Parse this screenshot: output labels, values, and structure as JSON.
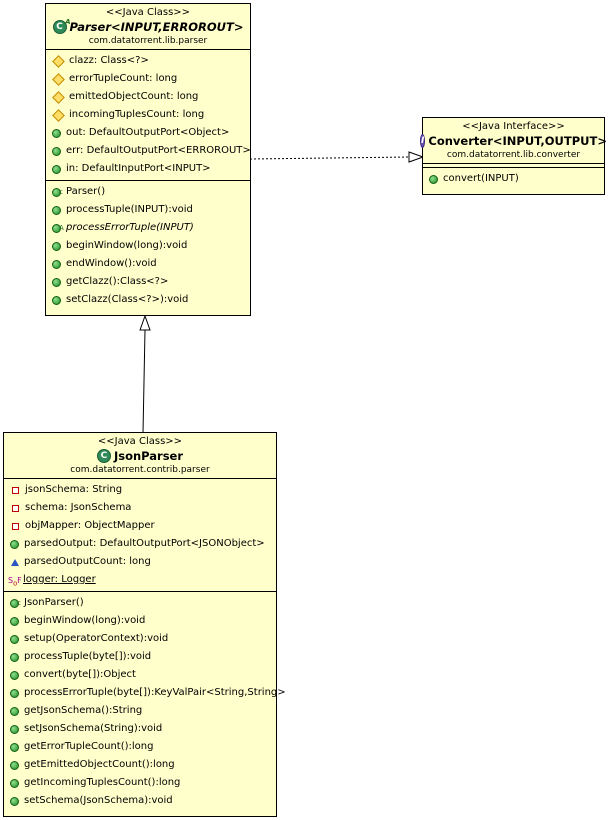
{
  "parser": {
    "stereotype": "<<Java Class>>",
    "name": "Parser<INPUT,ERROROUT>",
    "package": "com.datatorrent.lib.parser",
    "fields": [
      {
        "text": "clazz: Class<?>",
        "icon": "protected-field-icon"
      },
      {
        "text": "errorTupleCount: long",
        "icon": "protected-field-icon"
      },
      {
        "text": "emittedObjectCount: long",
        "icon": "protected-field-icon"
      },
      {
        "text": "incomingTuplesCount: long",
        "icon": "protected-field-icon"
      },
      {
        "text": "out: DefaultOutputPort<Object>",
        "icon": "public-field-icon"
      },
      {
        "text": "err: DefaultOutputPort<ERROROUT>",
        "icon": "public-field-icon"
      },
      {
        "text": "in: DefaultInputPort<INPUT>",
        "icon": "public-field-icon"
      }
    ],
    "methods": [
      {
        "text": "Parser()",
        "icon": "constructor-icon"
      },
      {
        "text": "processTuple(INPUT):void",
        "icon": "public-method-icon"
      },
      {
        "text": "processErrorTuple(INPUT)",
        "icon": "abstract-method-icon"
      },
      {
        "text": "beginWindow(long):void",
        "icon": "public-method-icon"
      },
      {
        "text": "endWindow():void",
        "icon": "public-method-icon"
      },
      {
        "text": "getClazz():Class<?>",
        "icon": "public-method-icon"
      },
      {
        "text": "setClazz(Class<?>):void",
        "icon": "public-method-icon"
      }
    ]
  },
  "converter": {
    "stereotype": "<<Java Interface>>",
    "name": "Converter<INPUT,OUTPUT>",
    "package": "com.datatorrent.lib.converter",
    "methods": [
      {
        "text": "convert(INPUT)",
        "icon": "public-method-icon"
      }
    ]
  },
  "jsonparser": {
    "stereotype": "<<Java Class>>",
    "name": "JsonParser",
    "package": "com.datatorrent.contrib.parser",
    "fields": [
      {
        "text": "jsonSchema: String",
        "icon": "private-field-icon"
      },
      {
        "text": "schema: JsonSchema",
        "icon": "private-field-icon"
      },
      {
        "text": "objMapper: ObjectMapper",
        "icon": "private-field-icon"
      },
      {
        "text": "parsedOutput: DefaultOutputPort<JSONObject>",
        "icon": "public-field-icon"
      },
      {
        "text": "parsedOutputCount: long",
        "icon": "package-field-icon"
      },
      {
        "text": "logger: Logger",
        "icon": "static-final-field-icon"
      }
    ],
    "methods": [
      {
        "text": "JsonParser()",
        "icon": "constructor-icon"
      },
      {
        "text": "beginWindow(long):void",
        "icon": "public-method-icon"
      },
      {
        "text": "setup(OperatorContext):void",
        "icon": "public-method-icon"
      },
      {
        "text": "processTuple(byte[]):void",
        "icon": "public-method-icon"
      },
      {
        "text": "convert(byte[]):Object",
        "icon": "public-method-icon"
      },
      {
        "text": "processErrorTuple(byte[]):KeyValPair<String,String>",
        "icon": "public-method-icon"
      },
      {
        "text": "getJsonSchema():String",
        "icon": "public-method-icon"
      },
      {
        "text": "setJsonSchema(String):void",
        "icon": "public-method-icon"
      },
      {
        "text": "getErrorTupleCount():long",
        "icon": "public-method-icon"
      },
      {
        "text": "getEmittedObjectCount():long",
        "icon": "public-method-icon"
      },
      {
        "text": "getIncomingTuplesCount():long",
        "icon": "public-method-icon"
      },
      {
        "text": "setSchema(JsonSchema):void",
        "icon": "public-method-icon"
      }
    ]
  },
  "relations": [
    {
      "type": "realization",
      "from": "Parser<INPUT,ERROROUT>",
      "to": "Converter<INPUT,OUTPUT>"
    },
    {
      "type": "generalization",
      "from": "JsonParser",
      "to": "Parser<INPUT,ERROROUT>"
    }
  ],
  "colors": {
    "class_fill": "#ffffcc",
    "border": "#000000",
    "public": "#2e8b2e",
    "private": "#c00000",
    "protected": "#e0b000",
    "package": "#2a55c0"
  }
}
